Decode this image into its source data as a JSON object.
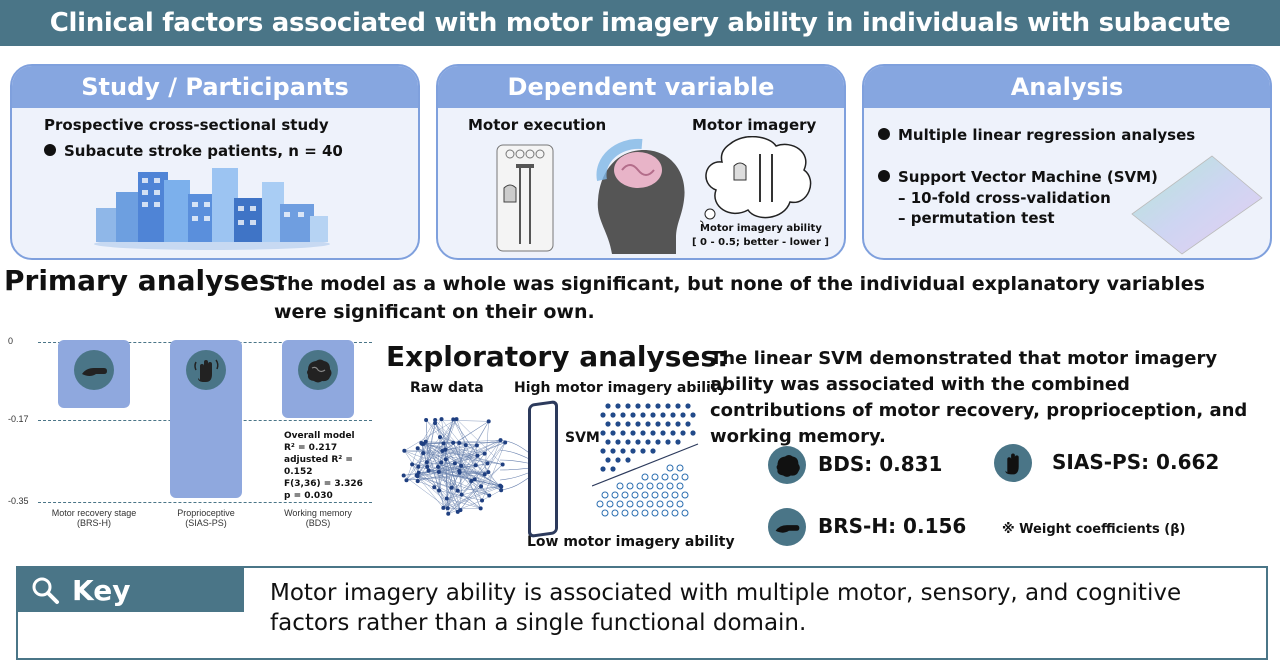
{
  "title": "Clinical factors associated with motor imagery ability in individuals with subacute stroke",
  "panels": {
    "study": {
      "heading": "Study / Participants",
      "line1": "Prospective cross-sectional study",
      "line2": "Subacute stroke patients, n = 40"
    },
    "dependent": {
      "heading": "Dependent variable",
      "motor_execution": "Motor execution",
      "motor_imagery": "Motor imagery",
      "ability_label": "Motor imagery ability",
      "ability_range": "[ 0 - 0.5; better - lower ]"
    },
    "analysis": {
      "heading": "Analysis",
      "item1": "Multiple linear regression analyses",
      "item2": "Support Vector Machine (SVM)",
      "sub1": "– 10-fold cross-validation",
      "sub2": "– permutation test"
    }
  },
  "primary": {
    "label": "Primary analyses:",
    "text": "The model as a whole was significant, but none of the individual explanatory variables were significant on their own."
  },
  "chart": {
    "y_ticks": [
      "0",
      "-0.17",
      "-0.35"
    ],
    "bars": [
      {
        "label1": "Motor recovery stage",
        "label2": "(BRS-H)",
        "icon": "hand-icon"
      },
      {
        "label1": "Proprioceptive",
        "label2": "(SIAS-PS)",
        "icon": "waving-hand-icon"
      },
      {
        "label1": "Working memory",
        "label2": "(BDS)",
        "icon": "brain-icon"
      }
    ],
    "model": {
      "title": "Overall model",
      "r2": "R² = 0.217",
      "adj_r2": "adjusted R² = 0.152",
      "f": "F(3,36) = 3.326",
      "p": "p = 0.030"
    }
  },
  "exploratory": {
    "label": "Exploratory analyses:",
    "text": "The linear SVM demonstrated that motor imagery ability was associated with the combined contributions of motor recovery, proprioception, and working memory.",
    "raw_data": "Raw data",
    "high": "High motor imagery ability",
    "low": "Low motor imagery ability",
    "svm": "SVM"
  },
  "weights": {
    "bds": "BDS: 0.831",
    "sias": "SIAS-PS: 0.662",
    "brs": "BRS-H: 0.156",
    "note": "※ Weight coefficients (β)"
  },
  "key": {
    "label": "Key finding",
    "text": "Motor imagery ability is associated with multiple motor, sensory, and cognitive factors rather than a single functional domain."
  },
  "colors": {
    "teal": "#4a7587",
    "panel_blue": "#86a6e0",
    "bar_blue": "#8fa8de"
  }
}
